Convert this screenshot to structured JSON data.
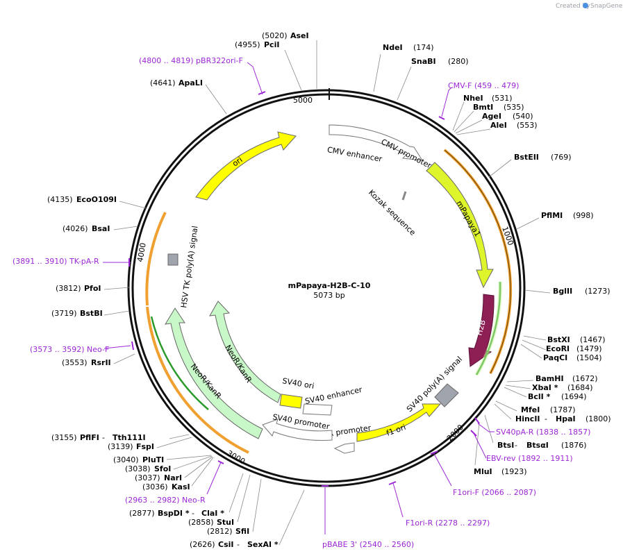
{
  "credit": {
    "created_by": "Created by",
    "brand": "SnapGene"
  },
  "plasmid": {
    "name": "mPapaya-H2B-C-10",
    "size": "5073 bp"
  },
  "ticks": [
    "1000",
    "2000",
    "3000",
    "4000",
    "5000"
  ],
  "features": [
    {
      "id": "cmv-enhancer",
      "label": "CMV enhancer"
    },
    {
      "id": "cmv-promoter",
      "label": "CMV promoter"
    },
    {
      "id": "kozak",
      "label": "Kozak sequence"
    },
    {
      "id": "mpapaya",
      "label": "mPapaya1"
    },
    {
      "id": "h2b",
      "label": "H2B"
    },
    {
      "id": "sv40-polya",
      "label": "SV40 poly(A) signal"
    },
    {
      "id": "f1-ori",
      "label": "f1 ori"
    },
    {
      "id": "ampr-promoter",
      "label": "AmpR promoter"
    },
    {
      "id": "sv40-promoter",
      "label": "SV40 promoter"
    },
    {
      "id": "sv40-enhancer",
      "label": "SV40 enhancer"
    },
    {
      "id": "sv40-ori",
      "label": "SV40 ori"
    },
    {
      "id": "neor-inner",
      "label": "NeoR/KanR"
    },
    {
      "id": "neor-outer",
      "label": "NeoR/KanR"
    },
    {
      "id": "hsv-polya",
      "label": "HSV TK poly(A) signal"
    },
    {
      "id": "ori",
      "label": "ori"
    }
  ],
  "enzymes_right": [
    {
      "name": "NdeI",
      "pos": "(174)"
    },
    {
      "name": "SnaBI",
      "pos": "(280)"
    },
    {
      "name": "NheI",
      "pos": "(531)"
    },
    {
      "name": "BmtI",
      "pos": "(535)"
    },
    {
      "name": "AgeI",
      "pos": "(540)"
    },
    {
      "name": "AleI",
      "pos": "(553)"
    },
    {
      "name": "BstEII",
      "pos": "(769)"
    },
    {
      "name": "PflMI",
      "pos": "(998)"
    },
    {
      "name": "BglII",
      "pos": "(1273)"
    },
    {
      "name": "BstXI",
      "pos": "(1467)"
    },
    {
      "name": "EcoRI",
      "pos": "(1479)"
    },
    {
      "name": "PaqCI",
      "pos": "(1504)"
    },
    {
      "name": "BamHI",
      "pos": "(1672)"
    },
    {
      "name": "XbaI *",
      "pos": "(1684)"
    },
    {
      "name": "BclI *",
      "pos": "(1694)"
    },
    {
      "name": "MfeI",
      "pos": "(1787)"
    },
    {
      "name": "HincII",
      "sep": " - ",
      "name2": "HpaI",
      "pos": "(1800)"
    },
    {
      "name": "BtsI",
      "sep": " - ",
      "name2": "BtsαI",
      "pos": "(1876)"
    },
    {
      "name": "MluI",
      "pos": "(1923)"
    }
  ],
  "enzymes_left": [
    {
      "pos": "(5020)",
      "name": "AseI"
    },
    {
      "pos": "(4955)",
      "name": "PciI"
    },
    {
      "pos": "(4641)",
      "name": "ApaLI"
    },
    {
      "pos": "(4135)",
      "name": "EcoO109I"
    },
    {
      "pos": "(4026)",
      "name": "BsaI"
    },
    {
      "pos": "(3812)",
      "name": "PfoI"
    },
    {
      "pos": "(3719)",
      "name": "BstBI"
    },
    {
      "pos": "(3553)",
      "name": "RsrII"
    },
    {
      "pos": "(3155)",
      "name": "PflFI",
      "sep": " - ",
      "name2": "Tth111I"
    },
    {
      "pos": "(3139)",
      "name": "FspI"
    },
    {
      "pos": "(3040)",
      "name": "PluTI"
    },
    {
      "pos": "(3038)",
      "name": "SfoI"
    },
    {
      "pos": "(3037)",
      "name": "NarI"
    },
    {
      "pos": "(3036)",
      "name": "KasI"
    },
    {
      "pos": "(2877)",
      "name": "BspDI *",
      "sep": " - ",
      "name2": "ClaI *"
    },
    {
      "pos": "(2858)",
      "name": "StuI"
    },
    {
      "pos": "(2812)",
      "name": "SfiI"
    },
    {
      "pos": "(2626)",
      "name": "CsiI",
      "sep": " - ",
      "name2": "SexAI *"
    }
  ],
  "primers": [
    {
      "text": "(4800 .. 4819)  pBR322ori-F"
    },
    {
      "text": "CMV-F     (459 .. 479)"
    },
    {
      "text": "(3891 .. 3910)  TK-pA-R"
    },
    {
      "text": "(3573 .. 3592)  Neo-F"
    },
    {
      "text": "SV40pA-R     (1838 .. 1857)"
    },
    {
      "text": "EBV-rev     (1892 .. 1911)"
    },
    {
      "text": "F1ori-F     (2066 .. 2087)"
    },
    {
      "text": "F1ori-R     (2278 .. 2297)"
    },
    {
      "text": "pBABE 3'      (2540 .. 2560)"
    },
    {
      "text": "(2963 .. 2982)  Neo-R"
    }
  ],
  "colors": {
    "yellow": "#ffff00",
    "lime": "#ddf52a",
    "h2b": "#8e1f55",
    "neo": "#c8f7c8",
    "orange": "#f0a030",
    "green": "#2a9a2a",
    "primer": "#9c27d6",
    "grey": "#a0a4ac"
  }
}
